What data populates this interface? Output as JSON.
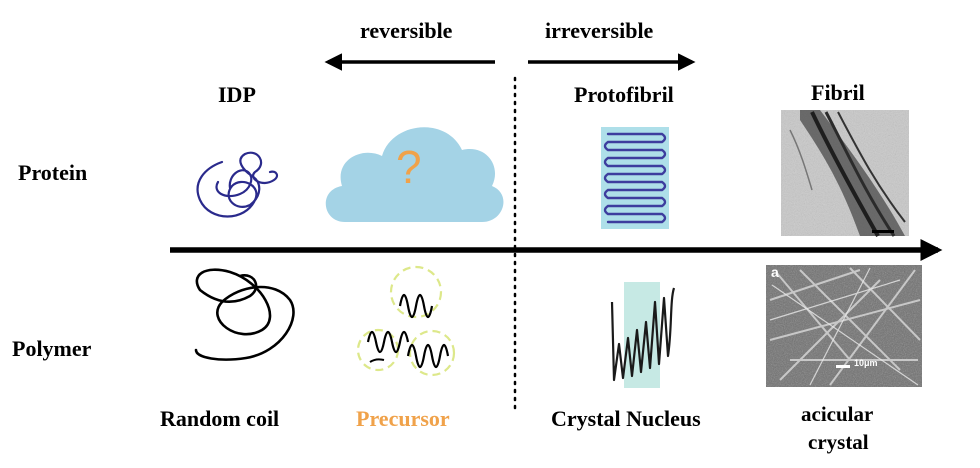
{
  "arrows": {
    "reversible": "reversible",
    "irreversible": "irreversible"
  },
  "rows": {
    "protein": "Protein",
    "polymer": "Polymer"
  },
  "stages_top": {
    "idp": "IDP",
    "protofibril": "Protofibril",
    "fibril": "Fibril"
  },
  "stages_bottom": {
    "random_coil": "Random coil",
    "precursor": "Precursor",
    "crystal_nucleus": "Crystal Nucleus",
    "acicular_line1": "acicular",
    "acicular_line2": "crystal"
  },
  "cloud": {
    "symbol": "?"
  },
  "sem_image": {
    "panel_letter": "a",
    "scale_text": "10μm"
  },
  "colors": {
    "cloud_fill": "#a4d3e6",
    "question_mark": "#f0a24a",
    "precursor_text": "#f0a24a",
    "protein_coil": "#2a2a8c",
    "protofibril_band": "#aedfe9",
    "nucleus_band": "#c6e9e4",
    "dashed_circle": "#dde88a"
  }
}
